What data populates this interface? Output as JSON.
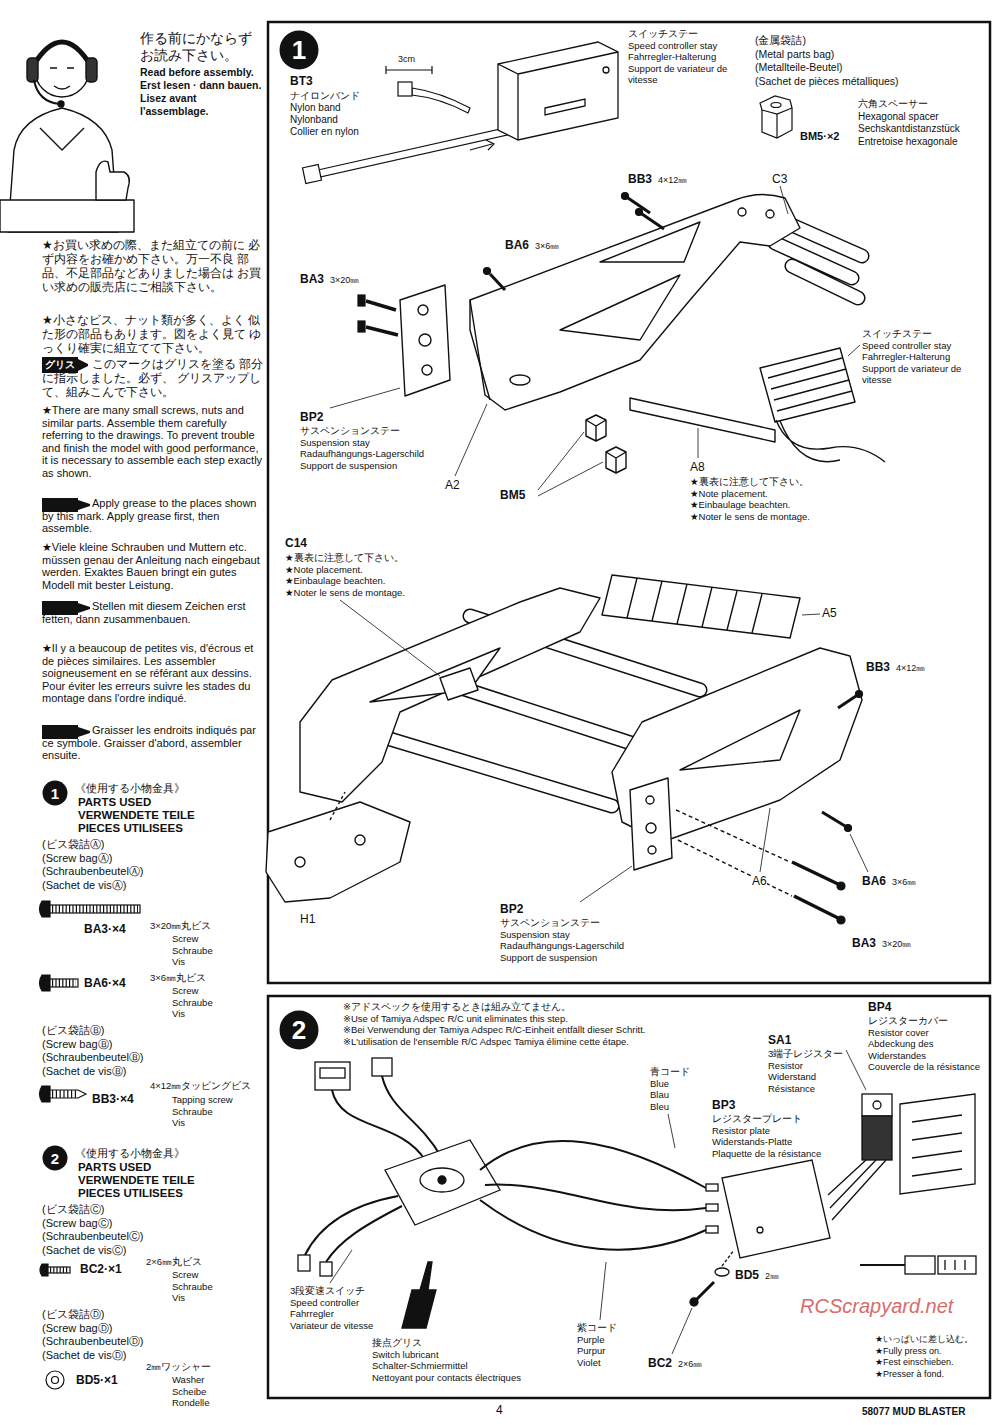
{
  "diagram": {
    "nodes": [
      {
        "text": [
          "グリス"
        ]
      },
      {
        "text": [
          "1"
        ]
      },
      {
        "text": [
          "2"
        ]
      },
      {
        "text": [
          "1"
        ]
      },
      {
        "text": [
          "2"
        ]
      }
    ],
    "labels": [
      "作る前にかならず お読み下さい。",
      "Read before assembly.",
      "Erst lesen · dann bauen.",
      "Lisez avant l'assemblage.",
      "★お買い求めの際、また組立ての前に 必ず内容をお確かめ下さい。万一不良 部品、不足部品などありました場合は お買い求めの販売店にご相談下さい。",
      "★小さなビス、ナット類が多く、よく 似た形の部品もあります。図をよく見て ゆっくり確実に組立てて下さい。",
      "このマークはグリスを塗る 部分に指示しました。必ず、 グリスアップして、組みこんで下さい。",
      "★There are many small screws, nuts and similar parts. Assemble them carefully referring to the drawings. To prevent trouble and finish the model with good performance, it is necessary to assemble each step exactly as shown.",
      "Apply grease to the places shown by this mark. Apply grease first, then assemble.",
      "★Viele kleine Schrauben und Muttern etc. müssen genau der Anleitung nach eingebaut werden. Exaktes Bauen bringt ein gutes Modell mit bester Leistung.",
      "Stellen mit diesem Zeichen erst fetten, dann zusammenbauen.",
      "★Il y a beaucoup de petites vis, d'écrous et de pièces similaires. Les assembler soigneusement en se référant aux dessins. Pour éviter les erreurs suivre les stades du montage dans l'ordre indiqué.",
      "Graisser les endroits indiqués par ce symbole. Graisser d'abord, assembler ensuite.",
      "《使用する小物金具》",
      "PARTS USED",
      "VERWENDETE TEILE",
      "PIECES UTILISEES",
      "(ビス袋詰Ⓐ)",
      "(Screw bagⒶ)",
      "(SchraubenbeutelⒶ)",
      "(Sachet de visⒶ)",
      "BA3·×4",
      "3×20㎜丸ビス",
      "Screw",
      "Schraube",
      "Vis",
      "BA6·×4",
      "3×6㎜丸ビス",
      "Screw",
      "Schraube",
      "Vis",
      "(ビス袋詰Ⓑ)",
      "(Screw bagⒷ)",
      "(SchraubenbeutelⒷ)",
      "(Sachet de visⒷ)",
      "BB3·×4",
      "4×12㎜タッピングビス",
      "Tapping screw",
      "Schraube",
      "Vis",
      "《使用する小物金具》",
      "PARTS USED",
      "VERWENDETE TEILE",
      "PIECES UTILISEES",
      "(ビス袋詰Ⓒ)",
      "(Screw bagⒸ)",
      "(SchraubenbeutelⒸ)",
      "(Sachet de visⒸ)",
      "BC2·×1",
      "2×6㎜丸ビス",
      "Screw",
      "Schraube",
      "Vis",
      "(ビス袋詰Ⓓ)",
      "(Screw bagⒹ)",
      "(SchraubenbeutelⒹ)",
      "(Sachet de visⒹ)",
      "BD5·×1",
      "2㎜ワッシャー",
      "Washer",
      "Scheibe",
      "Rondelle",
      "BT3",
      "ナイロンバンド",
      "Nylon band",
      "Nylonband",
      "Collier en nylon",
      "3cm",
      "スイッチステー",
      "Speed controller stay",
      "Fahrregler-Halterung",
      "Support de variateur de vitesse",
      "(金属袋詰)",
      "(Metal parts bag)",
      "(Metallteile-Beutel)",
      "(Sachet de pièces métalliques)",
      "六角スペーサー",
      "Hexagonal spacer",
      "Sechskantdistanzstück",
      "Entretoise hexagonale",
      "BM5·×2",
      "BB3",
      "4×12㎜",
      "C3",
      "BA6",
      "3×6㎜",
      "BA3",
      "3×20㎜",
      "スイッチステー",
      "Speed controller stay",
      "Fahrregler-Halterung",
      "Support de variateur de vitesse",
      "BP2",
      "サスペンションステー",
      "Suspension stay",
      "Radaufhängungs-Lagerschild",
      "Support de suspension",
      "A2",
      "BM5",
      "A8",
      "★裏表に注意して下さい。",
      "★Note placement.",
      "★Einbaulage beachten.",
      "★Noter le sens de montage.",
      "C14",
      "★裏表に注意して下さい。",
      "★Note placement.",
      "★Einbaulage beachten.",
      "★Noter le sens de montage.",
      "A5",
      "BB3",
      "4×12㎜",
      "H1",
      "A6",
      "BA6",
      "3×6㎜",
      "BP2",
      "サスペンションステー",
      "Suspension stay",
      "Radaufhängungs-Lagerschild",
      "Support de suspension",
      "BA3",
      "3×20㎜",
      "※アドスペックを使用するときは組み立てません。",
      "※Use of Tamiya Adspec R/C unit eliminates this step.",
      "※Bei Verwendung der Tamiya Adspec R/C-Einheit entfällt dieser Schritt.",
      "※L'utilisation de l'ensemble R/C Adspec Tamiya élimine cette étape.",
      "BP4",
      "レジスターカバー",
      "Resistor cover",
      "Abdeckung des Widerstandes",
      "Couvercle de la résistance",
      "SA1",
      "3端子レジスター",
      "Resistor",
      "Widerstand",
      "Résistance",
      "青コード",
      "Blue",
      "Blau",
      "Bleu",
      "BP3",
      "レジスタープレート",
      "Resistor plate",
      "Widerstands-Platte",
      "Plaquette de la résistance",
      "3段変速スイッチ",
      "Speed controller",
      "Fahrregler",
      "Variateur de vitesse",
      "BD5",
      "2㎜",
      "接点グリス",
      "Switch lubricant",
      "Schalter-Schmiermittel",
      "Nettoyant pour contacts électriques",
      "紫コード",
      "Purple",
      "Purpur",
      "Violet",
      "BC2",
      "2×6㎜",
      "RCScrapyard.net",
      "★いっぱいに差し込む。",
      "★Fully press on.",
      "★Fest einschieben.",
      "★Presser à fond.",
      "4",
      "58077 MUD BLASTER"
    ]
  }
}
